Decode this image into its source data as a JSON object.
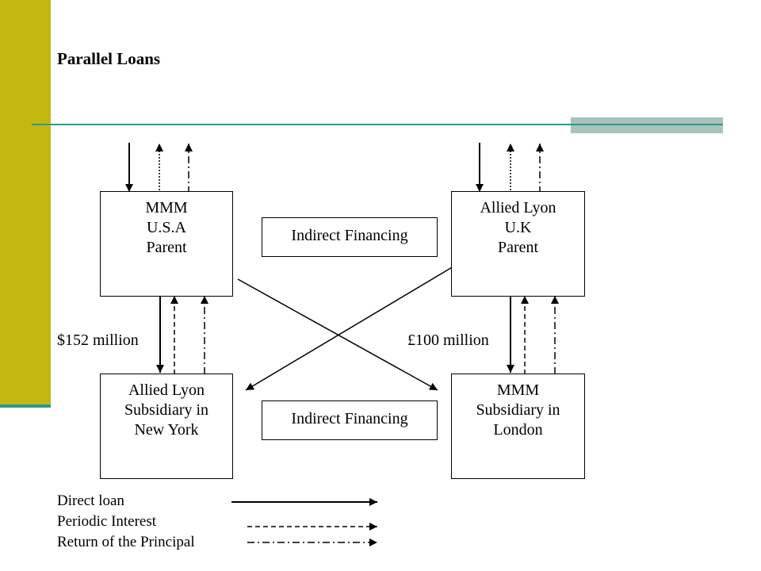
{
  "title": "Parallel Loans",
  "boxes": {
    "usa_parent": {
      "line1": "MMM",
      "line2": "U.S.A",
      "line3": "Parent"
    },
    "uk_parent": {
      "line1": "Allied Lyon",
      "line2": "U.K",
      "line3": "Parent"
    },
    "ny_subsidiary": {
      "line1": "Allied Lyon",
      "line2": "Subsidiary in",
      "line3": "New York"
    },
    "london_subsidiary": {
      "line1": "MMM",
      "line2": "Subsidiary in",
      "line3": "London"
    }
  },
  "indirect_top": "Indirect Financing",
  "indirect_bottom": "Indirect Financing",
  "amount_left": "$152 million",
  "amount_right": "£100 million",
  "legend": {
    "direct": "Direct loan",
    "interest": "Periodic Interest",
    "principal": "Return of the Principal"
  },
  "colors": {
    "side_bar": "#c3b710",
    "accent_line": "#2a9a93",
    "accent_block": "#a9c3bb"
  }
}
